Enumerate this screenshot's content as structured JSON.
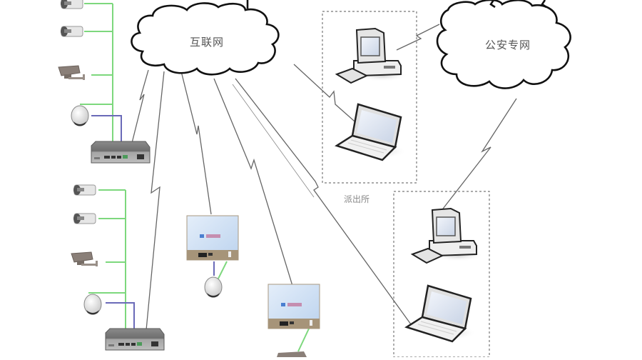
{
  "diagram": {
    "type": "network-topology",
    "clouds": [
      {
        "id": "internet",
        "label": "互联网"
      },
      {
        "id": "police-network",
        "label": "公安专网"
      }
    ],
    "groups": [
      {
        "id": "police-station",
        "label": "派出所",
        "members": [
          "desktop-1",
          "laptop-1"
        ]
      },
      {
        "id": "command-center",
        "label": "",
        "members": [
          "desktop-2",
          "laptop-2"
        ]
      }
    ],
    "nodes": [
      {
        "id": "dvr-1",
        "kind": "dvr"
      },
      {
        "id": "dvr-2",
        "kind": "dvr"
      },
      {
        "id": "encoder-1",
        "kind": "video-encoder"
      },
      {
        "id": "encoder-2",
        "kind": "video-encoder"
      },
      {
        "id": "desktop-1",
        "kind": "desktop-pc"
      },
      {
        "id": "laptop-1",
        "kind": "laptop"
      },
      {
        "id": "desktop-2",
        "kind": "desktop-pc"
      },
      {
        "id": "laptop-2",
        "kind": "laptop"
      }
    ],
    "camera_groups": [
      {
        "dvr": "dvr-1",
        "cameras": [
          "bullet-camera",
          "bullet-camera",
          "box-camera",
          "dome-camera"
        ]
      },
      {
        "dvr": "dvr-2",
        "cameras": [
          "bullet-camera",
          "bullet-camera",
          "box-camera",
          "dome-camera"
        ]
      }
    ],
    "links": [
      {
        "from": "internet",
        "to": "dvr-1",
        "style": "wireless"
      },
      {
        "from": "internet",
        "to": "dvr-2",
        "style": "wireless"
      },
      {
        "from": "internet",
        "to": "encoder-1",
        "style": "wireless"
      },
      {
        "from": "internet",
        "to": "encoder-2",
        "style": "wireless"
      },
      {
        "from": "internet",
        "to": "laptop-1",
        "style": "wireless"
      },
      {
        "from": "internet",
        "to": "laptop-2",
        "style": "wireless"
      },
      {
        "from": "police-network",
        "to": "desktop-1",
        "style": "wireless"
      },
      {
        "from": "police-network",
        "to": "desktop-2",
        "style": "wireless"
      }
    ],
    "colors": {
      "video_line": "#7dd87d",
      "control_line": "#6a6ab8",
      "link_line": "#666666",
      "cloud_stroke": "#111111",
      "group_border": "#777777",
      "encoder_face": "#cfe0f4"
    }
  }
}
